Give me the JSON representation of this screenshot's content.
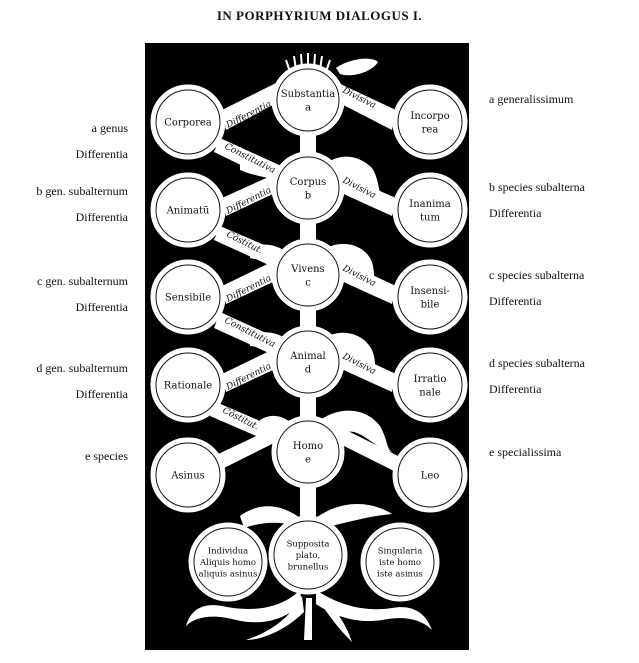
{
  "title": "IN PORPHYRIUM DIALOGUS I.",
  "left_labels": [
    {
      "id": "a",
      "line1": "a  genus",
      "line2": "Differentia"
    },
    {
      "id": "b",
      "line1": "b  gen. subalternum",
      "line2": "Differentia"
    },
    {
      "id": "c",
      "line1": "c  gen. subalternum",
      "line2": "Differentia"
    },
    {
      "id": "d",
      "line1": "d  gen. subalternum",
      "line2": "Differentia"
    },
    {
      "id": "e",
      "line1": "e  species",
      "line2": ""
    }
  ],
  "right_labels": [
    {
      "id": "a",
      "line1": "a  generalissimum",
      "line2": ""
    },
    {
      "id": "b",
      "line1": "b  species subalterna",
      "line2": "Differentia"
    },
    {
      "id": "c",
      "line1": "c  species subalterna",
      "line2": "Differentia"
    },
    {
      "id": "d",
      "line1": "d  species subalterna",
      "line2": "Differentia"
    },
    {
      "id": "e",
      "line1": "e  specialissima",
      "line2": ""
    }
  ],
  "nodes": {
    "substantia": [
      "Substantia",
      "a"
    ],
    "corporea": [
      "Corporea"
    ],
    "incorporea": [
      "Incorpo",
      "rea"
    ],
    "corpus": [
      "Corpus",
      "b"
    ],
    "animatum": [
      "Animatū"
    ],
    "inanimatum": [
      "Inanima",
      "tum"
    ],
    "vivens": [
      "Vivens",
      "c"
    ],
    "sensibile": [
      "Sensibile"
    ],
    "insensibile": [
      "Insensi-",
      "bile"
    ],
    "animal": [
      "Animal",
      "d"
    ],
    "rationale": [
      "Rationale"
    ],
    "irrationale": [
      "Irratio",
      "nale"
    ],
    "homo": [
      "Homo",
      "e"
    ],
    "asinus": [
      "Asinus"
    ],
    "leo": [
      "Leo"
    ],
    "individua": [
      "Individua",
      "Aliquis homo",
      "aliquis asinus"
    ],
    "supposita": [
      "Supposita",
      "plato,",
      "brunellus"
    ],
    "singularia": [
      "Singularia",
      "iste homo",
      "iste asinus"
    ]
  },
  "links": {
    "differentia": "Differentia",
    "divisiva": "Divisiva",
    "constitutiva": "Constitutiva",
    "constitut": "Cōstitut."
  },
  "colors": {
    "panel": "#000000",
    "ink": "#ffffff",
    "text": "#111111"
  }
}
